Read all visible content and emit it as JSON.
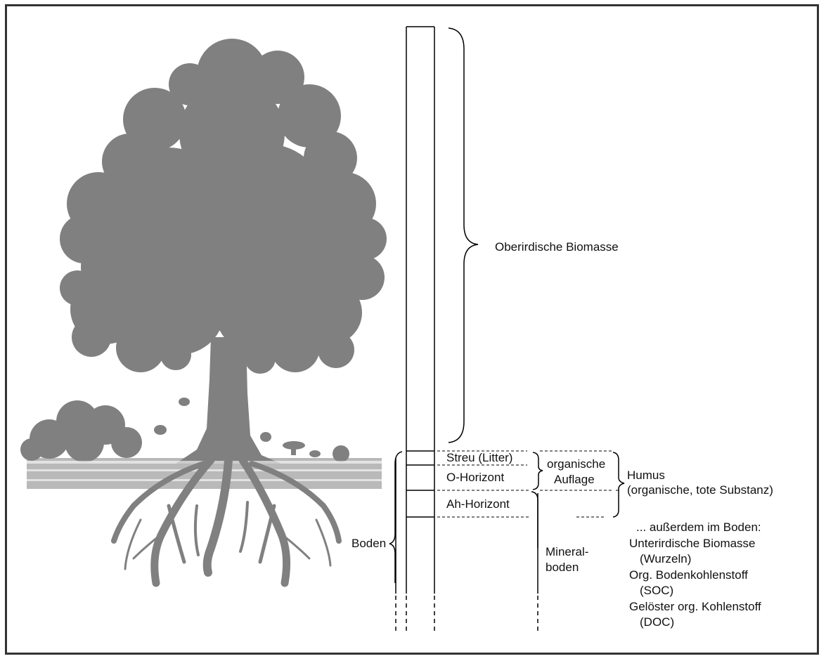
{
  "colors": {
    "tree": "#808080",
    "line": "#000000",
    "frame": "#333333"
  },
  "labels": {
    "above_ground": "Oberirdische Biomasse",
    "litter": "Streu (Litter)",
    "o_horizon": "O-Horizont",
    "ah_horizon": "Ah-Horizont",
    "organic_layer_1": "organische",
    "organic_layer_2": "Auflage",
    "humus_1": "Humus",
    "humus_2": "(organische, tote Substanz)",
    "mineral_1": "Mineral-",
    "mineral_2": "boden",
    "soil": "Boden",
    "also_title": "... außerdem im Boden:",
    "also_1": "Unterirdische Biomasse",
    "also_1b": "(Wurzeln)",
    "also_2": "Org. Bodenkohlenstoff",
    "also_2b": "(SOC)",
    "also_3": "Gelöster org. Kohlenstoff",
    "also_3b": "(DOC)"
  },
  "illustration": {
    "name": "tree-with-roots"
  }
}
